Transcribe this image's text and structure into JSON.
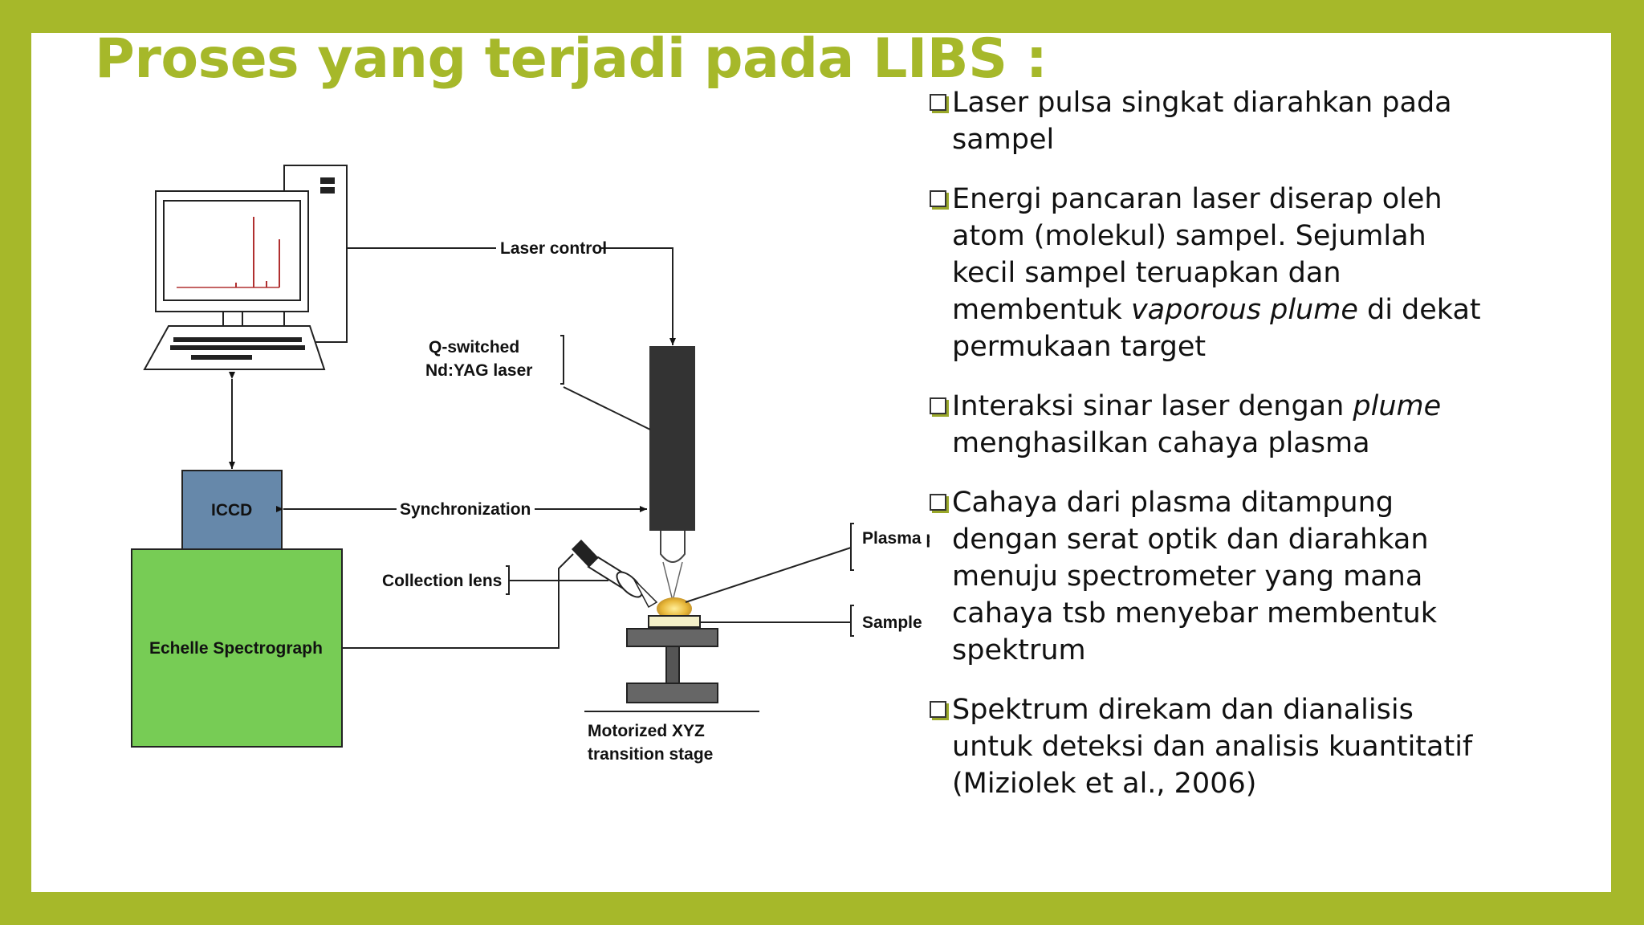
{
  "title": "Proses yang terjadi pada LIBS :",
  "diagram": {
    "laser_control": "Laser control",
    "q_switched": "Q-switched",
    "nd_yag": "Nd:YAG laser",
    "iccd": "ICCD",
    "synchronization": "Synchronization",
    "plasma_plume": "Plasma plume",
    "collection_lens": "Collection lens",
    "sample": "Sample",
    "echelle": "Echelle Spectrograph",
    "stage_line1": "Motorized XYZ",
    "stage_line2": "transition stage"
  },
  "bullets": [
    {
      "parts": [
        {
          "t": " Laser pulsa singkat diarahkan pada sampel",
          "i": false
        }
      ]
    },
    {
      "parts": [
        {
          "t": "Energi pancaran laser diserap oleh atom (molekul) sampel. Sejumlah kecil sampel teruapkan dan membentuk ",
          "i": false
        },
        {
          "t": "vaporous plume",
          "i": true
        },
        {
          "t": " di dekat permukaan target",
          "i": false
        }
      ]
    },
    {
      "parts": [
        {
          "t": "Interaksi sinar laser dengan ",
          "i": false
        },
        {
          "t": "plume",
          "i": true
        },
        {
          "t": " menghasilkan cahaya plasma",
          "i": false
        }
      ]
    },
    {
      "parts": [
        {
          "t": "Cahaya dari plasma ditampung dengan serat optik dan diarahkan menuju spectrometer yang mana cahaya tsb menyebar membentuk spektrum",
          "i": false
        }
      ]
    },
    {
      "parts": [
        {
          "t": "Spektrum direkam dan dianalisis untuk deteksi dan analisis kuantitatif (Miziolek et al., 2006)",
          "i": false
        }
      ]
    }
  ],
  "colors": {
    "accent": "#a6b82a",
    "iccd": "#6688aa",
    "spectrograph": "#77cc55",
    "laser": "#333333"
  }
}
